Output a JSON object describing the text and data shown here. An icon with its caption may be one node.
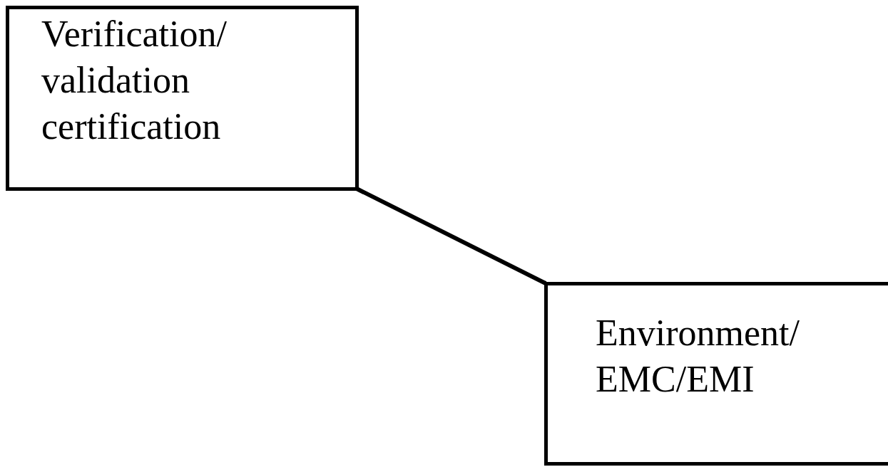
{
  "diagram": {
    "nodes": [
      {
        "text": [
          "Verification/ validation certification"
        ]
      },
      {
        "text": [
          "Environment/ EMC/EMI"
        ]
      }
    ],
    "edges": [
      {
        "from": 0,
        "to": 1,
        "arrow": "none"
      }
    ]
  }
}
